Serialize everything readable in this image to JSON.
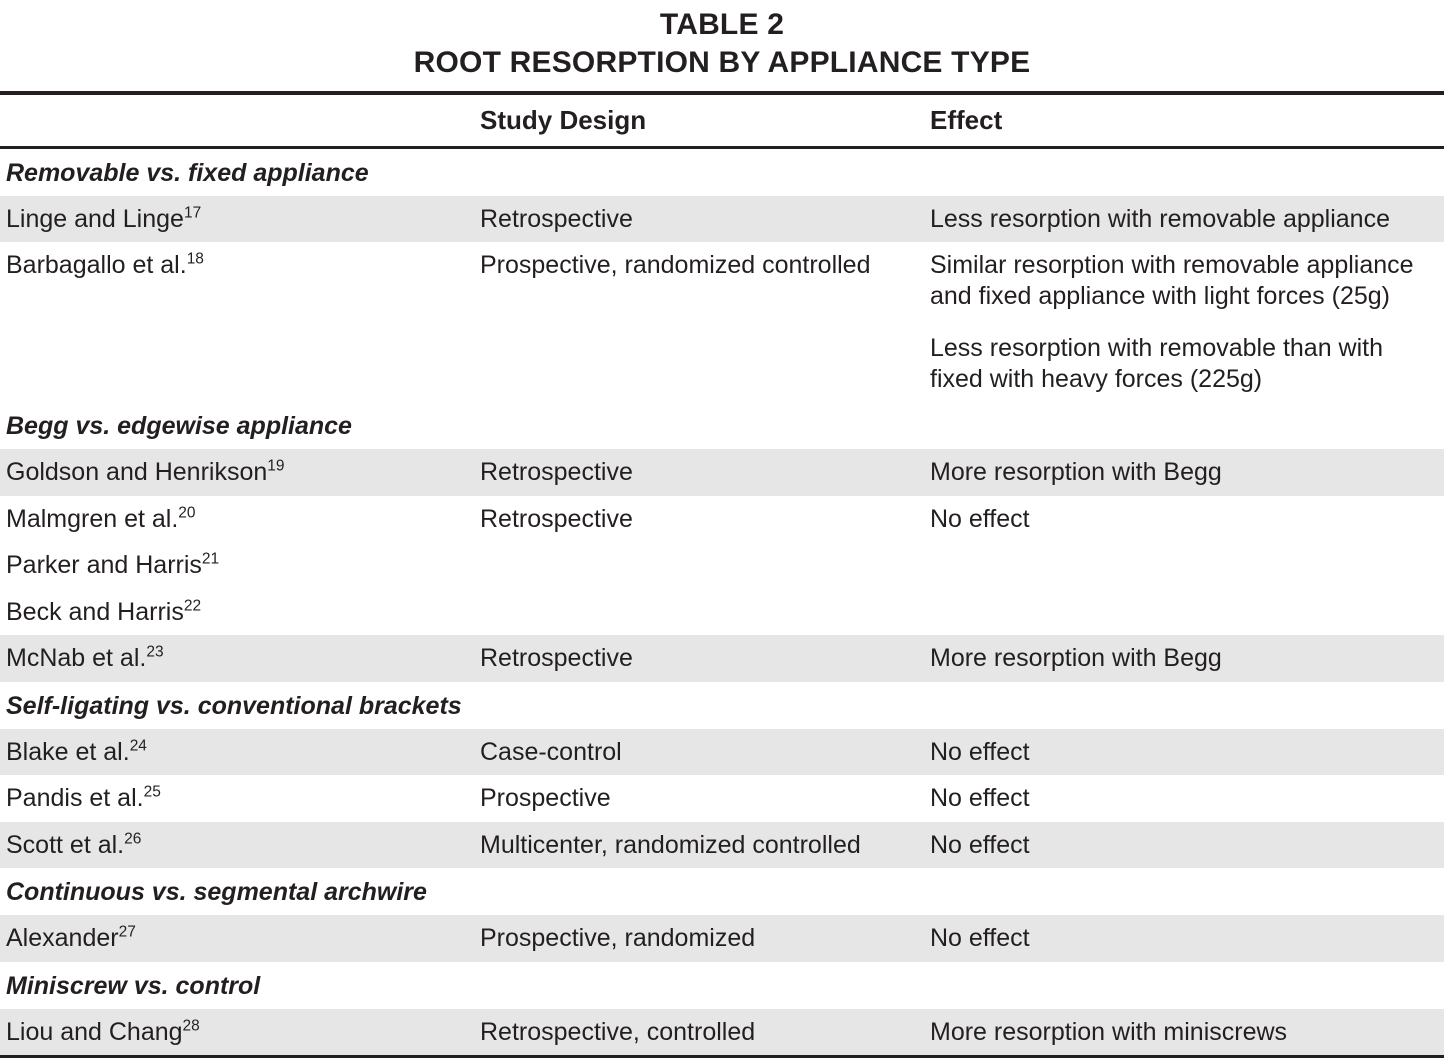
{
  "title": {
    "line1": "TABLE 2",
    "line2": "ROOT RESORPTION BY APPLIANCE TYPE"
  },
  "columns": {
    "col1": "",
    "col2": "Study Design",
    "col3": "Effect"
  },
  "sections": [
    {
      "heading": "Removable vs. fixed appliance",
      "rows": [
        {
          "study": "Linge and Linge",
          "ref": "17",
          "design": "Retrospective",
          "effect": [
            "Less resorption with removable appliance"
          ],
          "shaded": true
        },
        {
          "study": "Barbagallo et al.",
          "ref": "18",
          "design": "Prospective, randomized controlled",
          "effect": [
            "Similar resorption with removable appliance and fixed appliance with light forces (25g)",
            "Less resorption with removable than with fixed with heavy forces (225g)"
          ],
          "shaded": false
        }
      ]
    },
    {
      "heading": "Begg vs. edgewise appliance",
      "rows": [
        {
          "study": "Goldson and Henrikson",
          "ref": "19",
          "design": "Retrospective",
          "effect": [
            "More resorption with Begg"
          ],
          "shaded": true
        },
        {
          "study": "Malmgren et al.",
          "ref": "20",
          "design": "Retrospective",
          "effect": [
            "No effect"
          ],
          "shaded": false
        },
        {
          "study": "Parker and Harris",
          "ref": "21",
          "design": "",
          "effect": [
            ""
          ],
          "shaded": false
        },
        {
          "study": "Beck and Harris",
          "ref": "22",
          "design": "",
          "effect": [
            ""
          ],
          "shaded": false
        },
        {
          "study": "McNab et al.",
          "ref": "23",
          "design": "Retrospective",
          "effect": [
            "More resorption with Begg"
          ],
          "shaded": true
        }
      ]
    },
    {
      "heading": "Self-ligating vs. conventional brackets",
      "rows": [
        {
          "study": "Blake et al.",
          "ref": "24",
          "design": "Case-control",
          "effect": [
            "No effect"
          ],
          "shaded": true
        },
        {
          "study": "Pandis et al.",
          "ref": "25",
          "design": "Prospective",
          "effect": [
            "No effect"
          ],
          "shaded": false
        },
        {
          "study": "Scott et al.",
          "ref": "26",
          "design": "Multicenter, randomized controlled",
          "effect": [
            "No effect"
          ],
          "shaded": true
        }
      ]
    },
    {
      "heading": "Continuous vs. segmental archwire",
      "rows": [
        {
          "study": "Alexander",
          "ref": "27",
          "design": "Prospective, randomized",
          "effect": [
            "No effect"
          ],
          "shaded": true
        }
      ]
    },
    {
      "heading": "Miniscrew vs. control",
      "rows": [
        {
          "study": "Liou and Chang",
          "ref": "28",
          "design": "Retrospective, controlled",
          "effect": [
            "More resorption with miniscrews"
          ],
          "shaded": true
        }
      ]
    }
  ]
}
